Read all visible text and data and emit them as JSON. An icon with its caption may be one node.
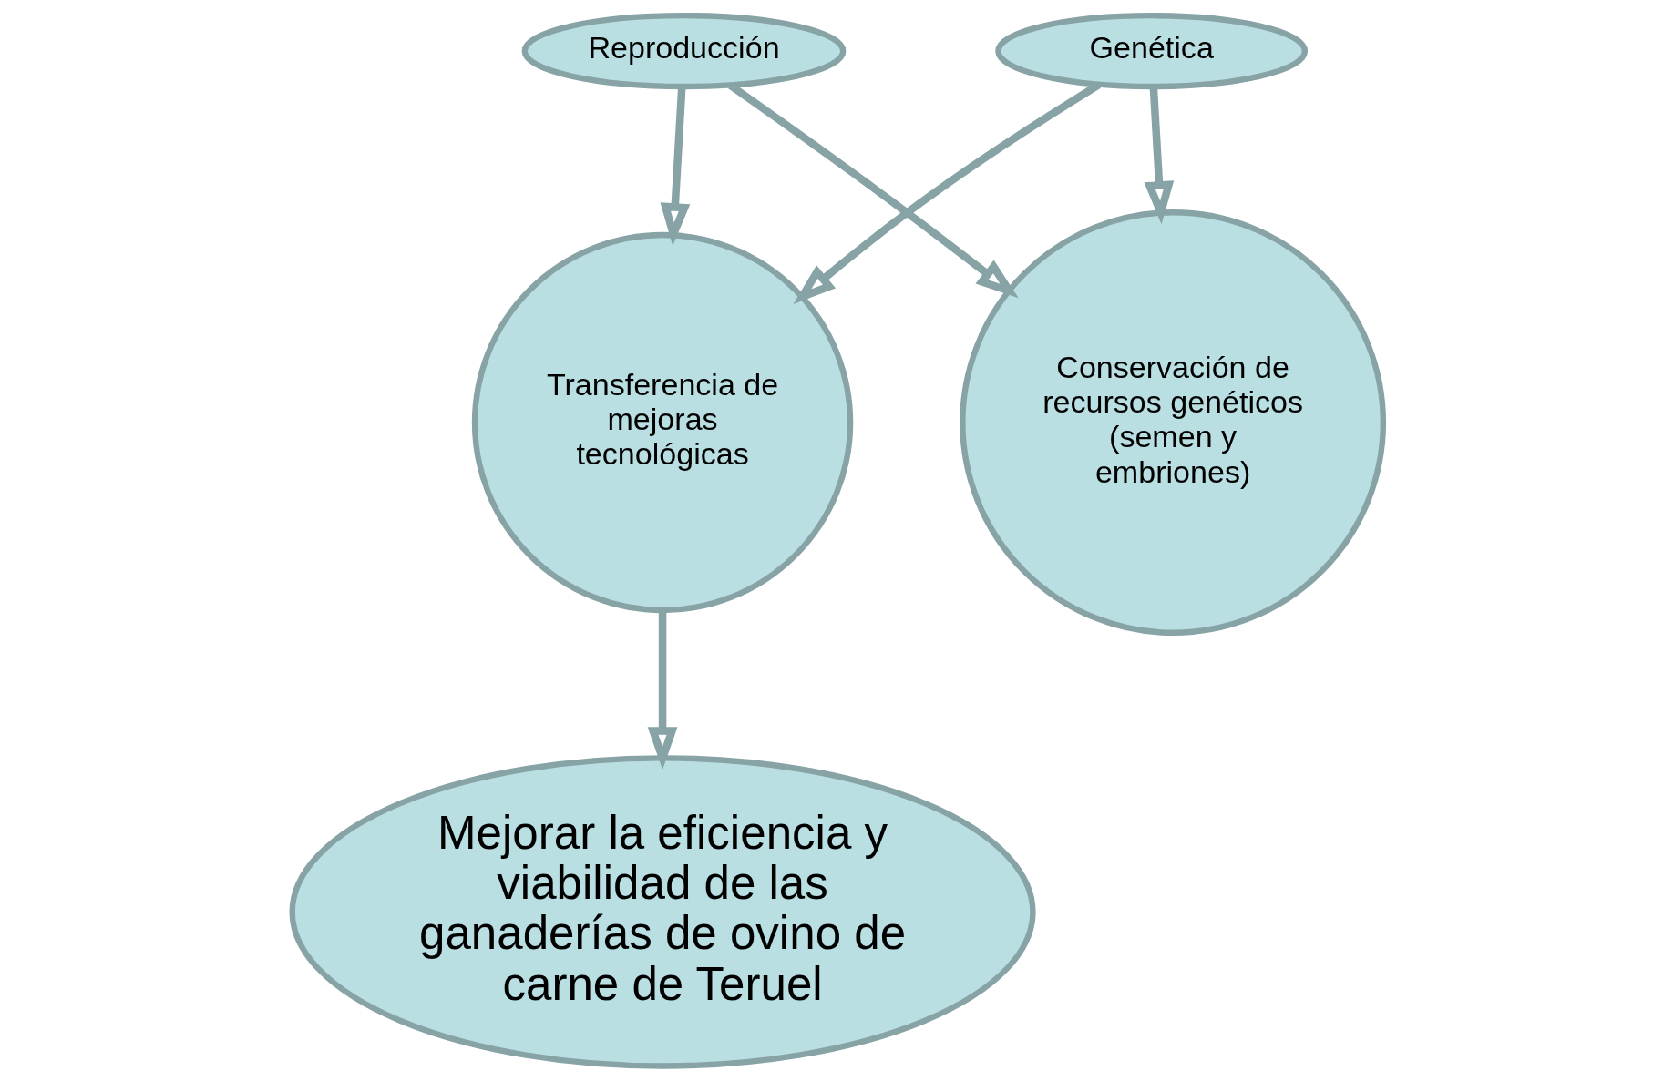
{
  "diagram": {
    "nodes": [
      {
        "text": [
          "Transferencia de mejoras tecnológicas"
        ]
      },
      {
        "text": [
          "Reproducción"
        ]
      },
      {
        "text": [
          "Genética"
        ]
      },
      {
        "text": [
          "Conservación de recursos genéticos (semen y embriones)"
        ]
      },
      {
        "text": [
          "Mejorar la eficiencia y viabilidad de las ganaderías de ovino de carne de Teruel"
        ]
      }
    ],
    "edges": [
      {
        "from": 1,
        "to": 0,
        "arrow": "to"
      },
      {
        "from": 1,
        "to": 3,
        "arrow": "to"
      },
      {
        "from": 2,
        "to": 0,
        "arrow": "to"
      },
      {
        "from": 2,
        "to": 3,
        "arrow": "to"
      },
      {
        "from": 0,
        "to": 4,
        "arrow": "to"
      }
    ]
  }
}
